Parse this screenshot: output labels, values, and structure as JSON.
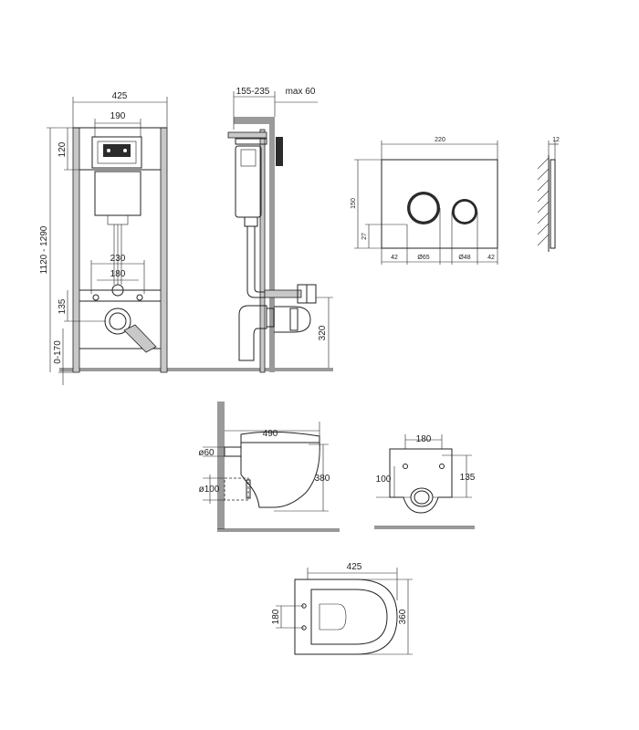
{
  "frame_front": {
    "width": "425",
    "inner_width": "190",
    "height_top": "120",
    "height_range": "1120 - 1290",
    "fix_distance": "230",
    "bolt_distance": "180",
    "outlet_height": "135",
    "feet_range": "0-170"
  },
  "frame_side": {
    "depth": "155-235",
    "max_wall": "max 60",
    "bolt_height": "320"
  },
  "button": {
    "width": "220",
    "thickness": "12",
    "height": "150",
    "offset_bottom": "27",
    "margin_left": "42",
    "big_diameter": "Ø65",
    "small_diameter": "Ø48",
    "margin_right": "42"
  },
  "bowl_side": {
    "length": "490",
    "inlet": "ø60",
    "outlet": "ø100",
    "height": "380"
  },
  "bowl_back": {
    "bolt_distance": "180",
    "left_height": "100",
    "right_height": "135"
  },
  "bowl_top": {
    "width": "425",
    "bolt_distance": "180",
    "depth": "360"
  }
}
